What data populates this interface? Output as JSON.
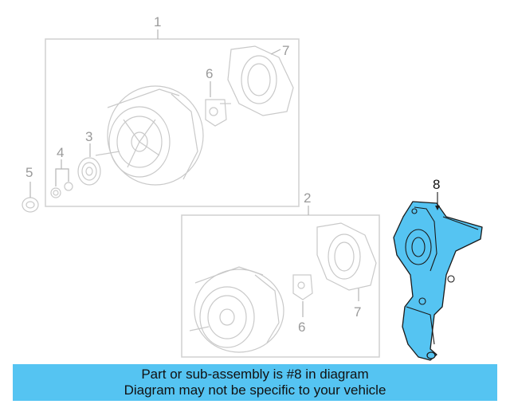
{
  "callouts": {
    "c1": "1",
    "c2": "2",
    "c3": "3",
    "c4": "4",
    "c5": "5",
    "c6a": "6",
    "c6b": "6",
    "c7a": "7",
    "c7b": "7",
    "c8": "8"
  },
  "highlight_color": "#55c4f2",
  "banner": {
    "line1": "Part or sub-assembly is #8 in diagram",
    "line2": "Diagram may not be specific to your vehicle"
  }
}
